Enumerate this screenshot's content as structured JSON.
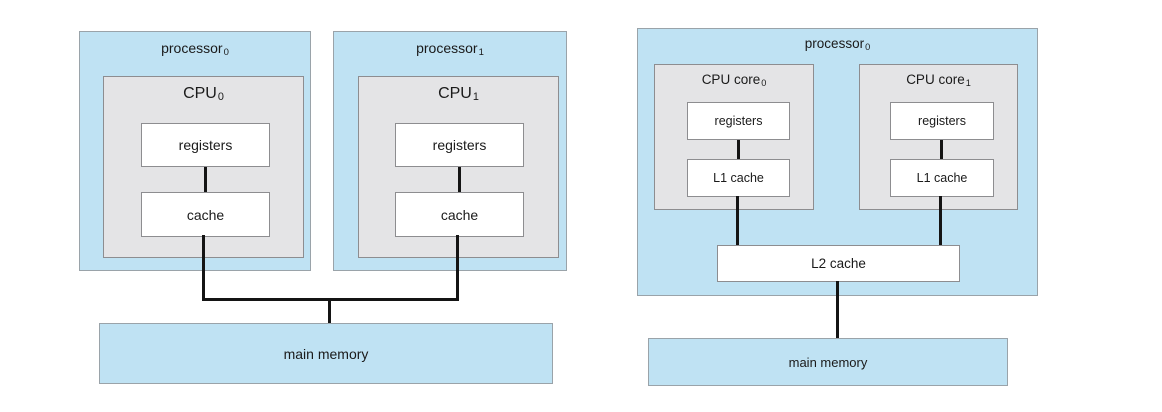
{
  "colors": {
    "processor_fill": "#bfe2f3",
    "core_fill": "#e4e4e6",
    "leaf_fill": "#ffffff",
    "memory_fill": "#bfe2f3",
    "border_gray": "#8d8d90",
    "connector_line": "#141414"
  },
  "left": {
    "processors": [
      {
        "name_base": "processor",
        "name_sub": "0",
        "cpu": {
          "name_base": "CPU",
          "name_sub": "0",
          "registers_label": "registers",
          "cache_label": "cache"
        }
      },
      {
        "name_base": "processor",
        "name_sub": "1",
        "cpu": {
          "name_base": "CPU",
          "name_sub": "1",
          "registers_label": "registers",
          "cache_label": "cache"
        }
      }
    ],
    "memory_label": "main memory"
  },
  "right": {
    "processor": {
      "name_base": "processor",
      "name_sub": "0",
      "cores": [
        {
          "name_base": "CPU core",
          "name_sub": "0",
          "registers_label": "registers",
          "l1_label": "L1 cache"
        },
        {
          "name_base": "CPU core",
          "name_sub": "1",
          "registers_label": "registers",
          "l1_label": "L1 cache"
        }
      ],
      "l2_label": "L2 cache"
    },
    "memory_label": "main memory"
  }
}
